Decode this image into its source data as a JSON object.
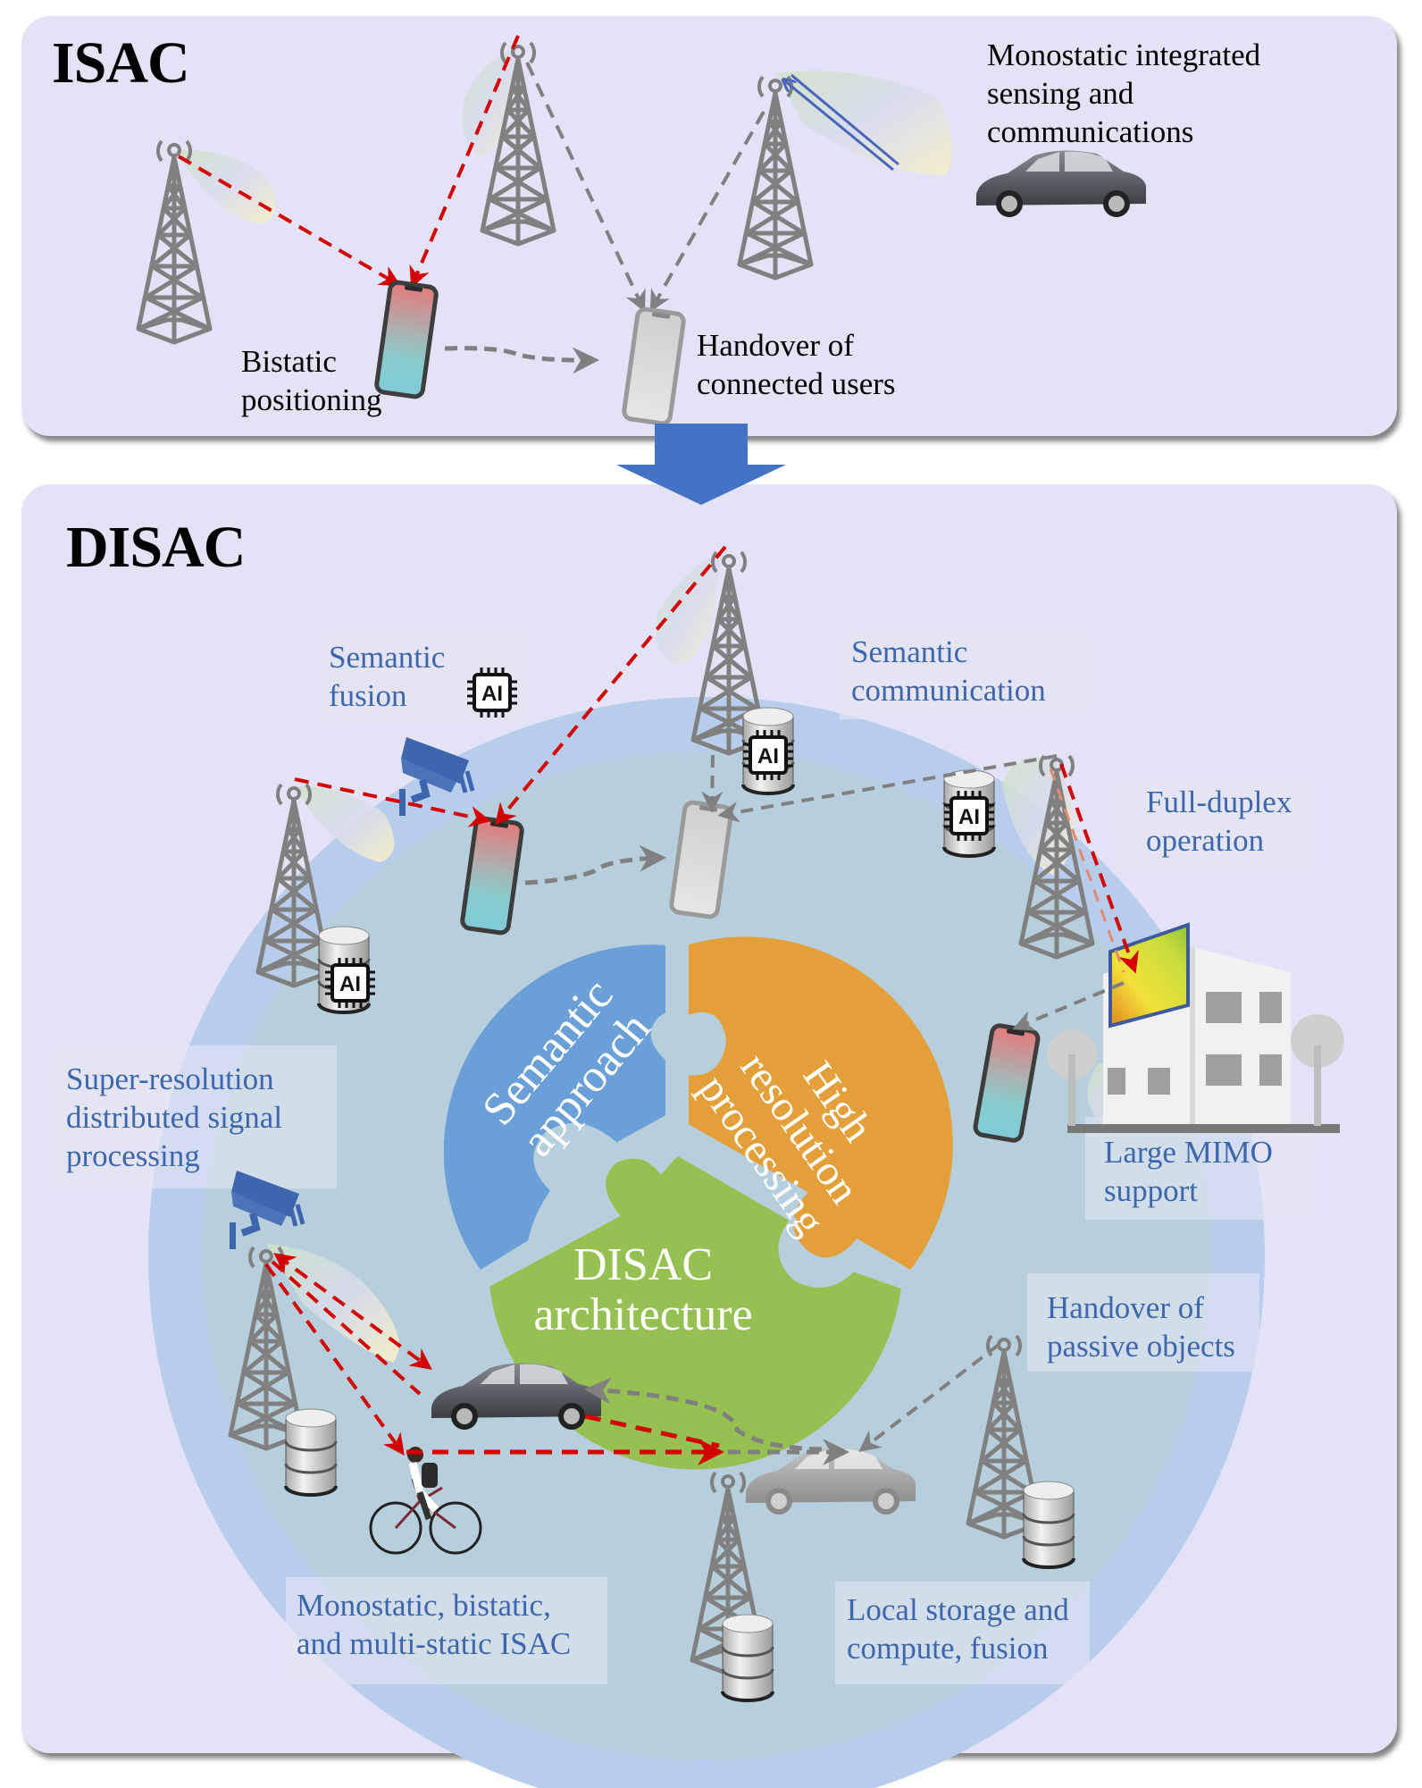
{
  "isac_panel": {
    "title": "ISAC",
    "labels": {
      "monostatic": "Monostatic integrated\nsensing and\ncommunications",
      "bistatic": "Bistatic\npositioning",
      "handover_users": "Handover of\nconnected users"
    }
  },
  "transition_arrow": {
    "direction": "down",
    "color": "#4472c4"
  },
  "disac_panel": {
    "title": "DISAC",
    "labels": {
      "semantic_fusion": "Semantic\nfusion",
      "semantic_communication": "Semantic\ncommunication",
      "full_duplex": "Full-duplex\noperation",
      "super_resolution": "Super-resolution\ndistributed signal\nprocessing",
      "large_mimo": "Large MIMO\nsupport",
      "handover_passive": "Handover of\npassive objects",
      "multistatic": "Monostatic, bistatic,\nand multi-static ISAC",
      "local_storage": "Local storage and\ncompute, fusion"
    },
    "puzzle": {
      "pieces": [
        {
          "label": "Semantic\napproach",
          "color": "#6a9fd8"
        },
        {
          "label": "High\nresolution\nprocessing",
          "color": "#e3a03a"
        },
        {
          "label": "DISAC\narchitecture",
          "color": "#96c152"
        }
      ]
    },
    "ai_chip_text": "AI"
  },
  "colors": {
    "panel_bg": "#e3e2f7",
    "outer_ring": "#b8cdeb",
    "inner_ring": "#b7cfdc",
    "label_blue": "#3e66ad",
    "sensing_link": "#d40000",
    "comm_link": "#808080",
    "tower": "#808080"
  }
}
